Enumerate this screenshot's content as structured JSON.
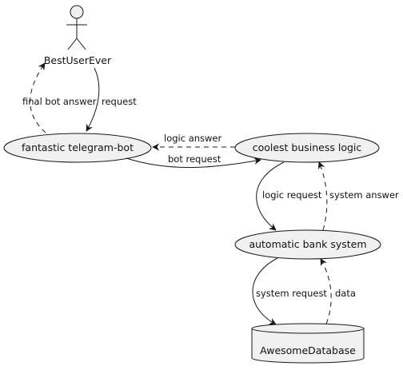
{
  "diagram": {
    "actor": {
      "label": "BestUserEver"
    },
    "nodes": {
      "bot": "fantastic telegram-bot",
      "logic": "coolest business logic",
      "bank": "automatic bank system",
      "db": "AwesomeDatabase"
    },
    "edges": {
      "request": "request",
      "final_bot_answer": "final bot answer",
      "logic_answer": "logic answer",
      "bot_request": "bot request",
      "logic_request": "logic request",
      "system_answer": "system answer",
      "system_request": "system request",
      "data": "data"
    }
  }
}
